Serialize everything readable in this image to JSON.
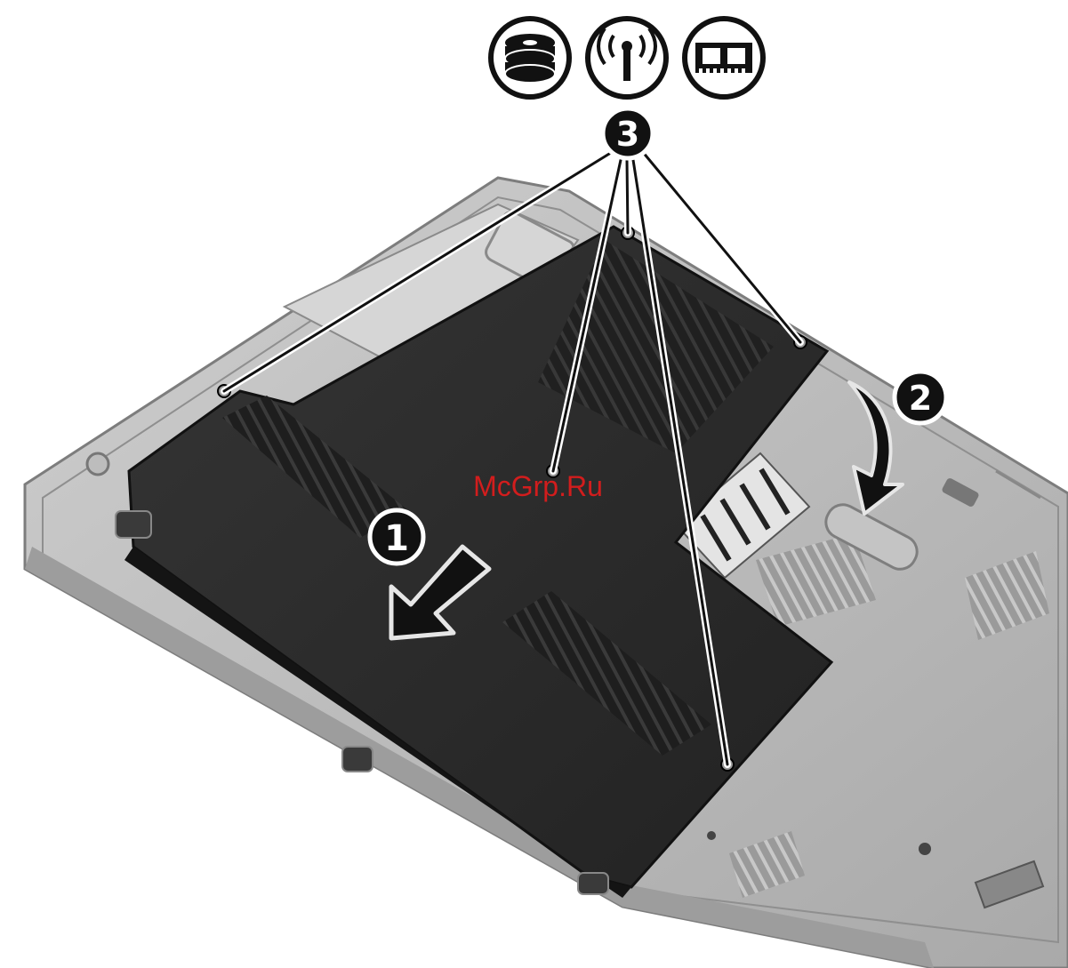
{
  "callouts": {
    "step1": "1",
    "step2": "2",
    "step3": "3"
  },
  "watermark": "McGrp.Ru",
  "icons": [
    "hard-drive-icon",
    "wireless-antenna-icon",
    "memory-module-icon"
  ],
  "colors": {
    "panel": "#2b2b2b",
    "chassis": "#b9b9b9",
    "watermark": "#d21d1d",
    "callout_fill": "#111111"
  }
}
